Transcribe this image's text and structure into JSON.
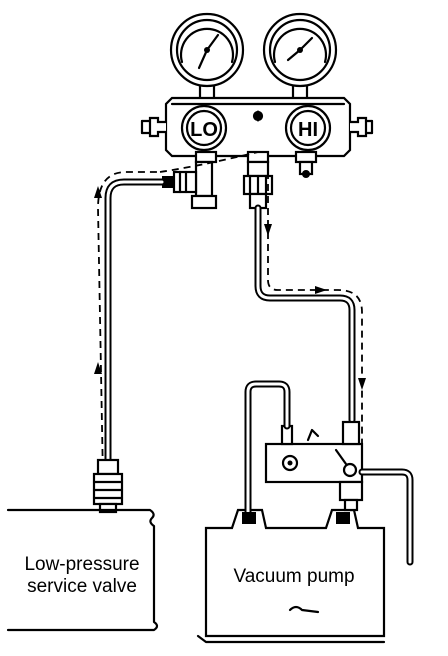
{
  "gauges": {
    "low_label": "LO",
    "high_label": "HI"
  },
  "components": {
    "service_valve_line1": "Low-pressure",
    "service_valve_line2": "service valve",
    "vacuum_pump": "Vacuum pump"
  }
}
